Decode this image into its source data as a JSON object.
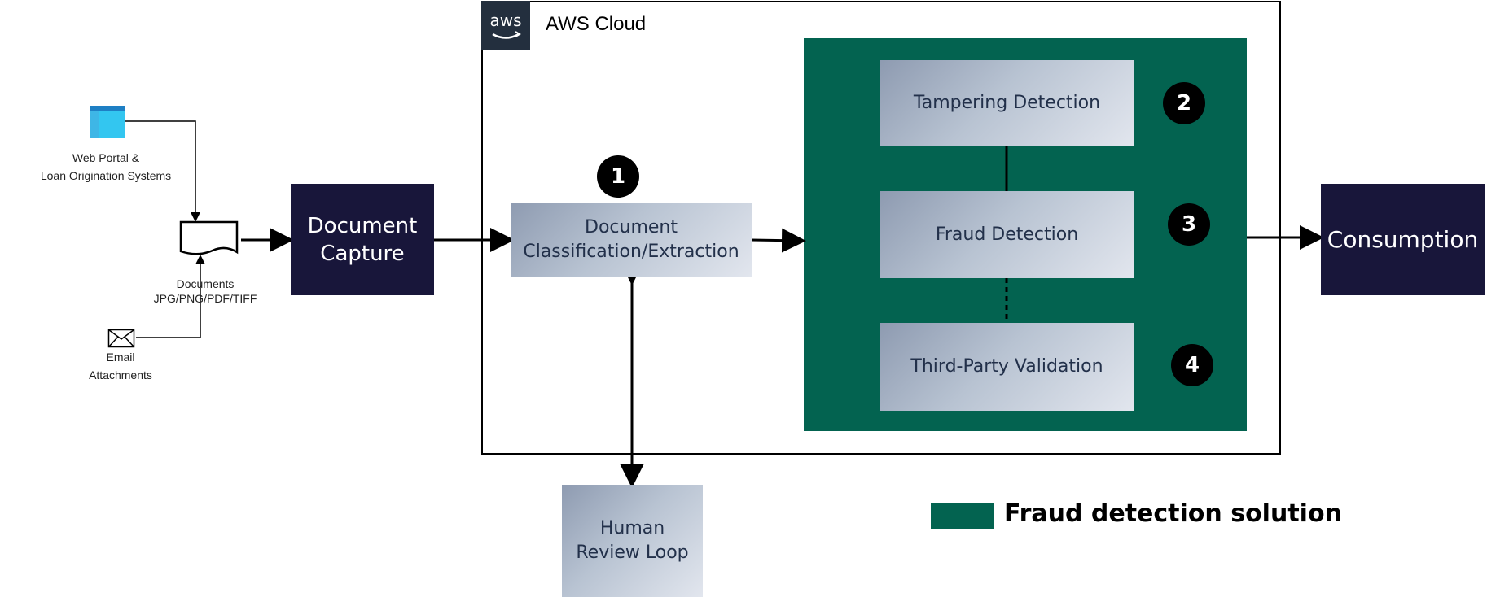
{
  "inputs": {
    "web_portal_line1": "Web Portal &",
    "web_portal_line2": "Loan Origination Systems",
    "documents_line1": "Documents",
    "documents_line2": "JPG/PNG/PDF/TIFF",
    "email_line1": "Email",
    "email_line2": "Attachments"
  },
  "document_capture": {
    "line1": "Document",
    "line2": "Capture"
  },
  "aws_cloud": {
    "logo_text": "aws",
    "title": "AWS Cloud"
  },
  "classification": {
    "line1": "Document",
    "line2": "Classification/Extraction",
    "step": "1"
  },
  "human_review": {
    "line1": "Human",
    "line2": "Review Loop"
  },
  "fraud_solution": {
    "steps": [
      {
        "label": "Tampering Detection",
        "number": "2"
      },
      {
        "label": "Fraud Detection",
        "number": "3"
      },
      {
        "label": "Third-Party Validation",
        "number": "4"
      }
    ]
  },
  "consumption": {
    "label": "Consumption"
  },
  "legend": {
    "label": "Fraud detection solution"
  },
  "colors": {
    "green": "#036350",
    "navy": "#18163a",
    "aws": "#232f3e"
  }
}
